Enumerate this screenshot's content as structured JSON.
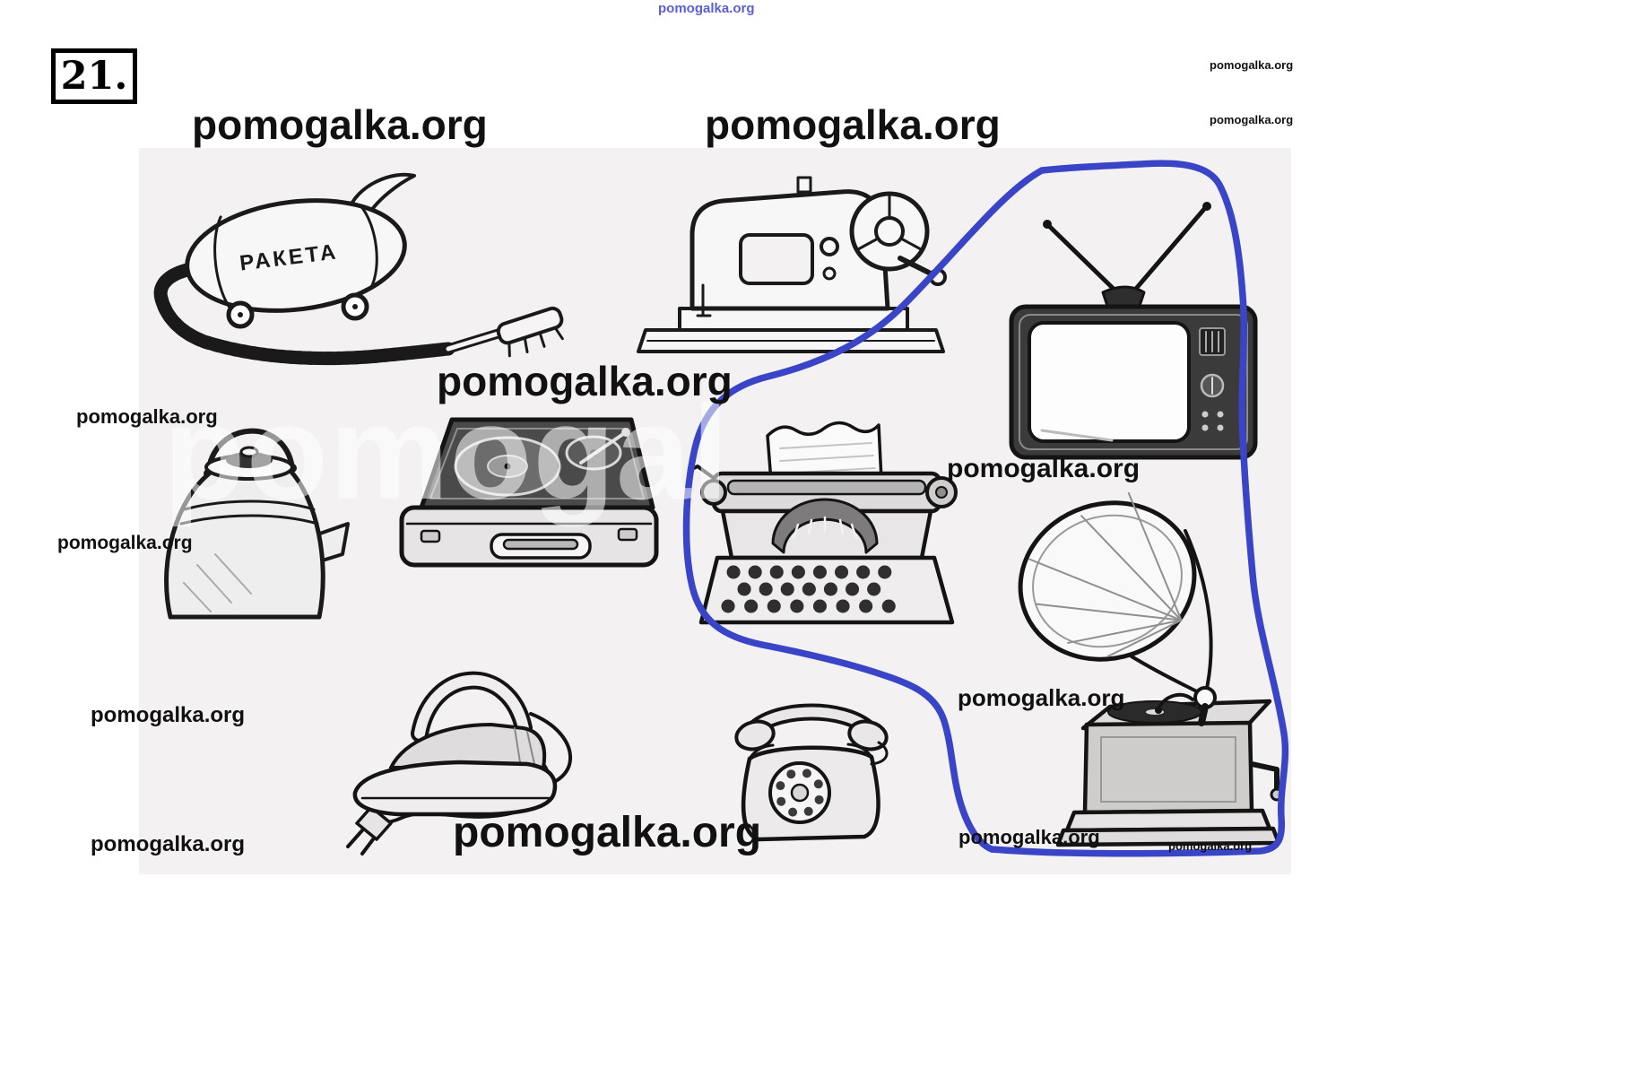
{
  "page": {
    "exercise_number": "21.",
    "watermark": "pomogalka.org",
    "ghost_watermark": "pomogalka",
    "vacuum_label": "РАКЕТА"
  },
  "illustrations": {
    "items": [
      "vacuum-cleaner",
      "sewing-machine",
      "television",
      "kettle",
      "portable-record-player",
      "typewriter",
      "gramophone",
      "iron",
      "rotary-telephone"
    ],
    "circled_group": [
      "television",
      "typewriter",
      "gramophone"
    ],
    "circle_color": "#3944c6"
  },
  "colors": {
    "ink": "#1a1a1a",
    "scan_background": "#f3f1f2",
    "page_background": "#ffffff"
  }
}
